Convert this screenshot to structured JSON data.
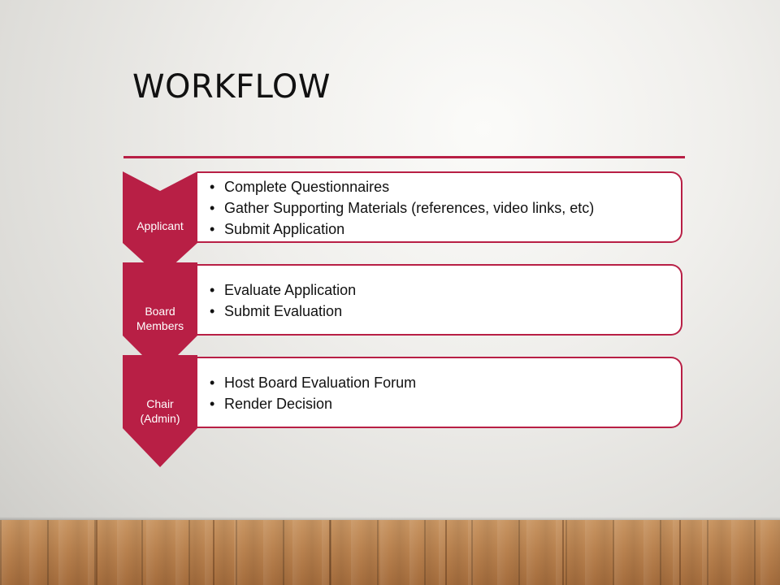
{
  "slide": {
    "title": "WORKFLOW"
  },
  "colors": {
    "accent": "#b81f45",
    "box_fill": "#ffffff",
    "text": "#111111"
  },
  "steps": [
    {
      "label_lines": [
        "Applicant"
      ],
      "bullets": [
        "Complete Questionnaires",
        "Gather Supporting Materials (references, video links, etc)",
        "Submit Application"
      ]
    },
    {
      "label_lines": [
        "Board",
        "Members"
      ],
      "bullets": [
        "Evaluate Application",
        "Submit Evaluation"
      ]
    },
    {
      "label_lines": [
        "Chair",
        "(Admin)"
      ],
      "bullets": [
        "Host Board Evaluation Forum",
        "Render Decision"
      ]
    }
  ]
}
